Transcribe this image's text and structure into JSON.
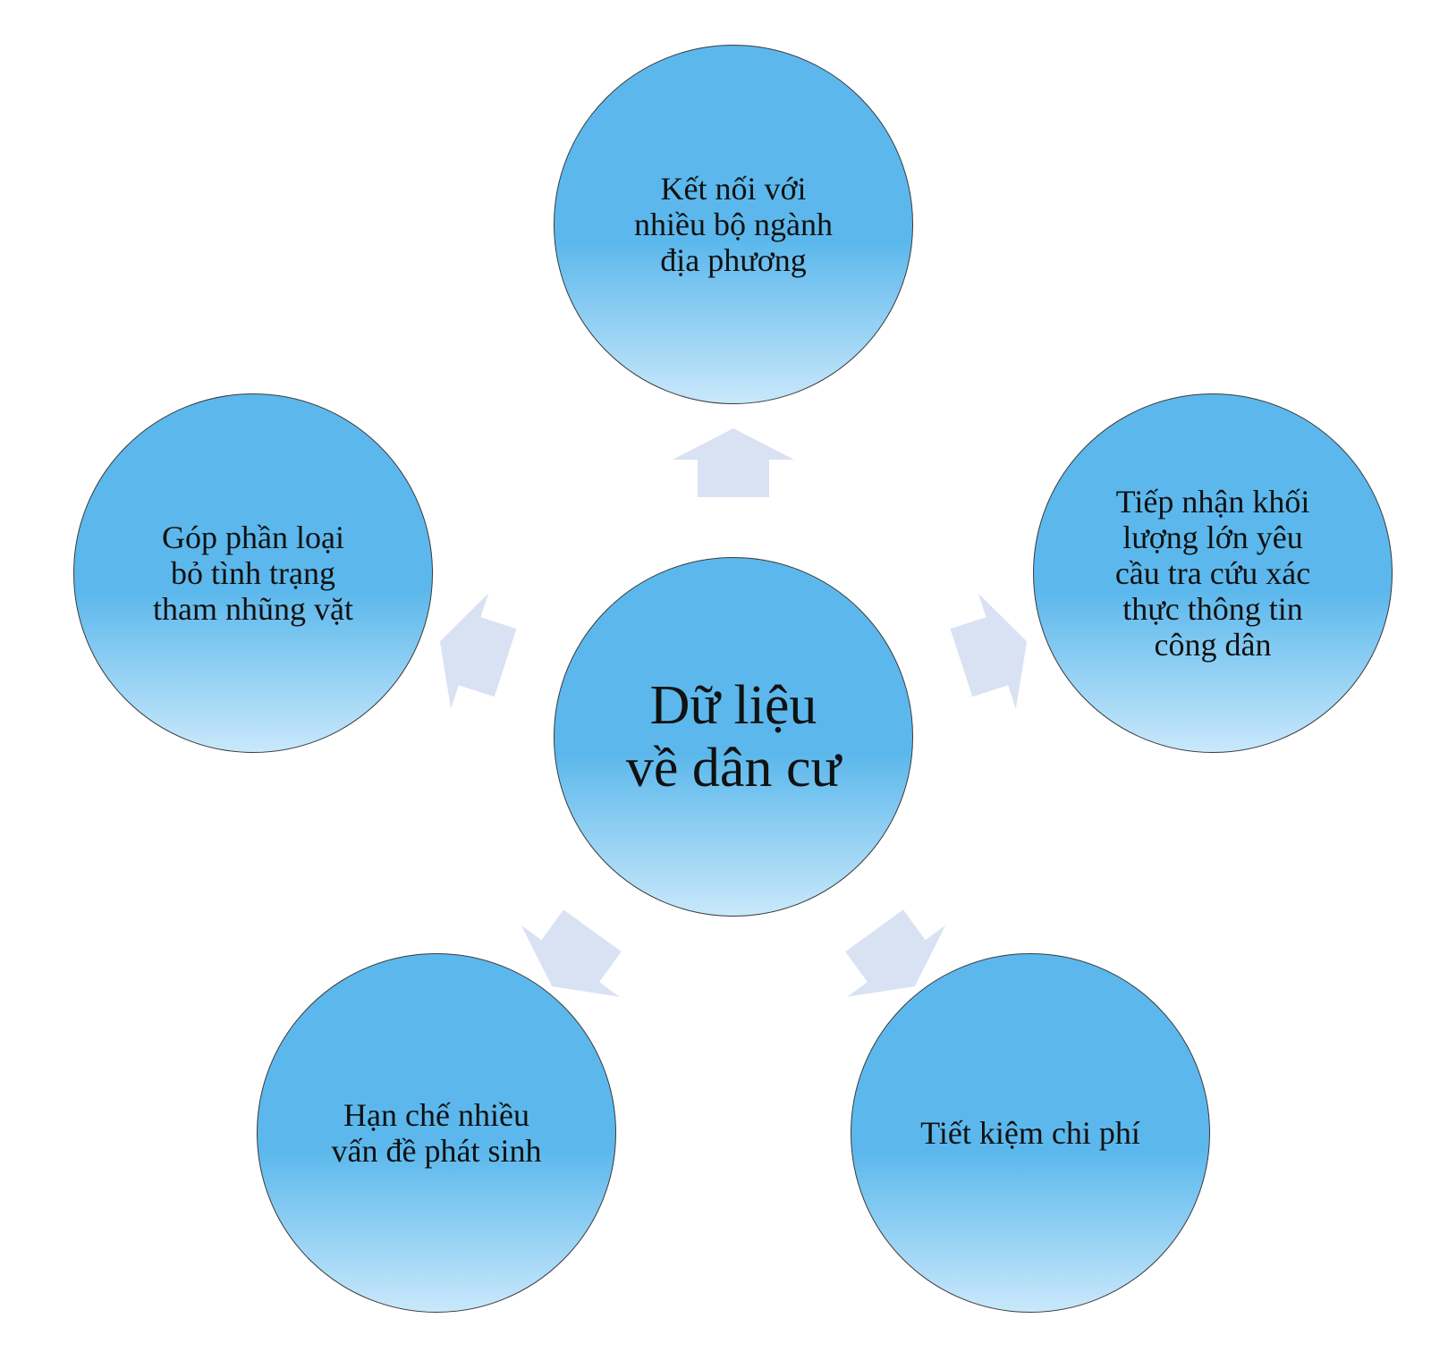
{
  "colors": {
    "node_fill_top": "#5cb8ec",
    "node_fill_bottom": "#c9e8fb",
    "arrow_fill": "#d9e2f3",
    "node_border": "#3a3a3a",
    "text": "#111111"
  },
  "center": {
    "label": "Dữ liệu\nvề dân cư"
  },
  "benefits": [
    {
      "label": "Kết nối với\nnhiều bộ ngành\nđịa phương"
    },
    {
      "label": "Tiếp nhận khối\nlượng lớn yêu\ncầu tra cứu xác\nthực thông tin\ncông dân"
    },
    {
      "label": "Tiết kiệm chi phí"
    },
    {
      "label": "Hạn chế nhiều\nvấn đề phát sinh"
    },
    {
      "label": "Góp phần loại\nbỏ tình trạng\ntham nhũng vặt"
    }
  ]
}
